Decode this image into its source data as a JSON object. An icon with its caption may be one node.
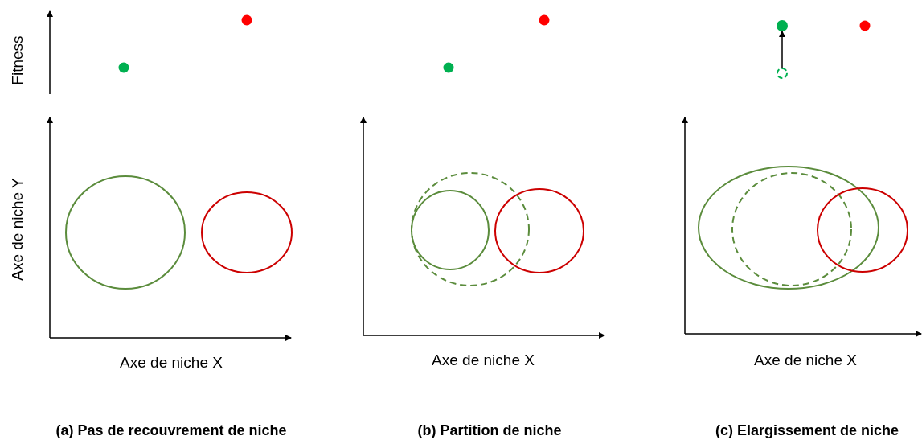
{
  "diagram": {
    "nodes": [
      {
        "text": [],
        "shape": "circle"
      },
      {
        "text": [],
        "shape": "circle"
      }
    ],
    "edges": [
      {
        "from": 1,
        "to": 0,
        "arrow": "to"
      }
    ],
    "labels": [
      "Fitness",
      "Axe de niche Y",
      "Axe de niche X",
      "Axe de niche X",
      "Axe de niche X",
      "(a) Pas de recouvrement de niche",
      "(b) Partition de niche",
      "(c) Elargissement de niche"
    ]
  }
}
